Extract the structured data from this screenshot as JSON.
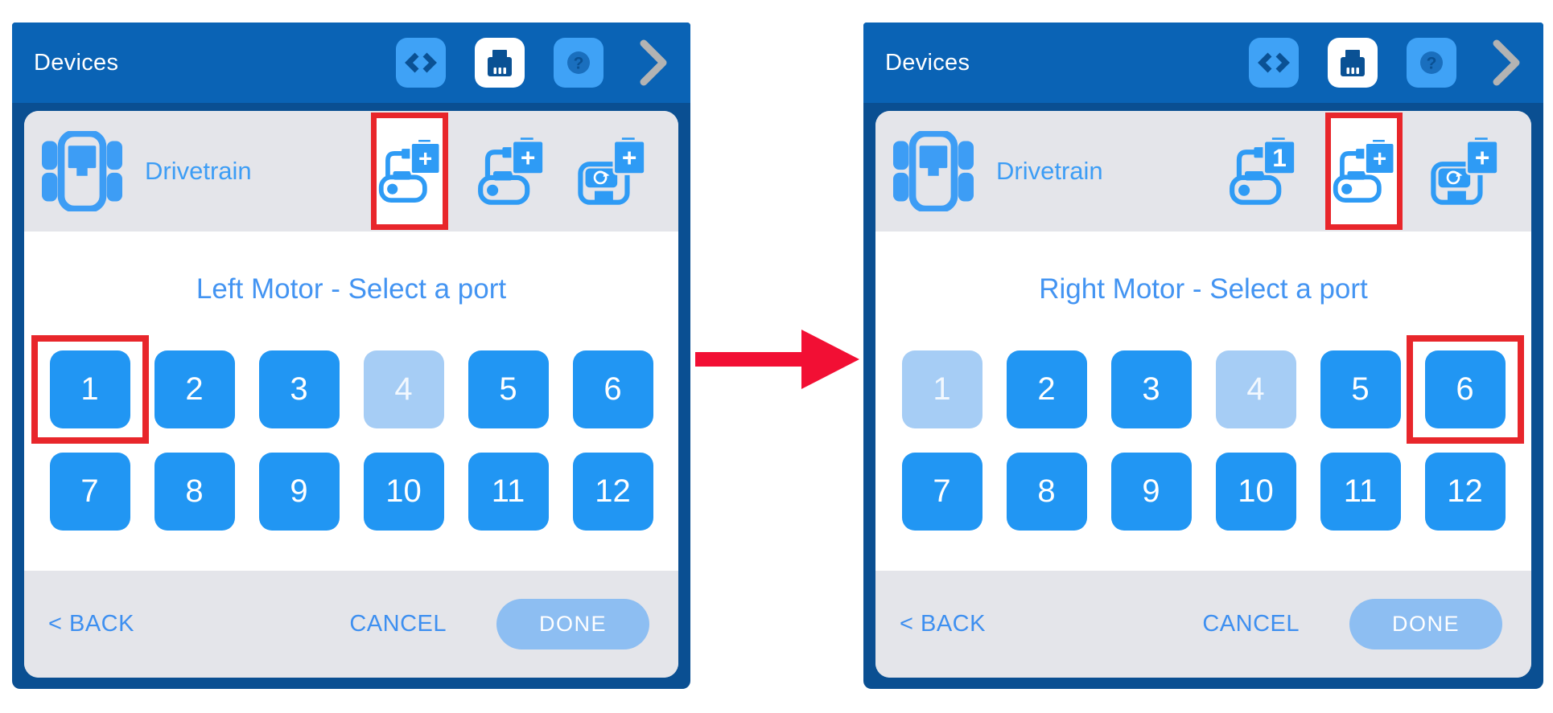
{
  "colors": {
    "header-blue": "#0a63b5",
    "border-navy": "#0a4f92",
    "icon-blue": "#3fa2f6",
    "glyph-navy": "#0a5194",
    "help-disc": "#1a6fbe",
    "chevron-gray": "#b3b3b3",
    "row-gray": "#e4e5ea",
    "accent-blue": "#3d9df5",
    "title-blue": "#4394f2",
    "link-blue": "#3d8ff0",
    "port-blue": "#2196f3",
    "port-disabled": "#a6cdf5",
    "done-bg": "#8dbef2",
    "red": "#e8262b",
    "arrow-red": "#f20f34"
  },
  "arrow": {
    "name": "transition-arrow",
    "direction": "right"
  },
  "panels": [
    {
      "header": {
        "title": "Devices",
        "icons": [
          {
            "name": "code"
          },
          {
            "name": "ports",
            "active": true
          },
          {
            "name": "help"
          }
        ],
        "nav_chevron": "forward"
      },
      "device_row": {
        "label": "Drivetrain",
        "slots": [
          {
            "type": "motor",
            "badge": "+",
            "highlighted": true
          },
          {
            "type": "motor",
            "badge": "+",
            "highlighted": false
          },
          {
            "type": "inertial-sensor",
            "badge": "+",
            "highlighted": false
          }
        ]
      },
      "title": "Left Motor - Select a port",
      "ports": [
        {
          "label": "1",
          "state": "available",
          "highlighted": true
        },
        {
          "label": "2",
          "state": "available"
        },
        {
          "label": "3",
          "state": "available"
        },
        {
          "label": "4",
          "state": "unavailable"
        },
        {
          "label": "5",
          "state": "available"
        },
        {
          "label": "6",
          "state": "available"
        },
        {
          "label": "7",
          "state": "available"
        },
        {
          "label": "8",
          "state": "available"
        },
        {
          "label": "9",
          "state": "available"
        },
        {
          "label": "10",
          "state": "available"
        },
        {
          "label": "11",
          "state": "available"
        },
        {
          "label": "12",
          "state": "available"
        }
      ],
      "footer": {
        "back_label": "< BACK",
        "cancel_label": "CANCEL",
        "done_label": "DONE"
      }
    },
    {
      "header": {
        "title": "Devices",
        "icons": [
          {
            "name": "code"
          },
          {
            "name": "ports",
            "active": true
          },
          {
            "name": "help"
          }
        ],
        "nav_chevron": "forward"
      },
      "device_row": {
        "label": "Drivetrain",
        "slots": [
          {
            "type": "motor",
            "badge": "1",
            "highlighted": false
          },
          {
            "type": "motor",
            "badge": "+",
            "highlighted": true
          },
          {
            "type": "inertial-sensor",
            "badge": "+",
            "highlighted": false
          }
        ]
      },
      "title": "Right Motor - Select a port",
      "ports": [
        {
          "label": "1",
          "state": "unavailable"
        },
        {
          "label": "2",
          "state": "available"
        },
        {
          "label": "3",
          "state": "available"
        },
        {
          "label": "4",
          "state": "unavailable"
        },
        {
          "label": "5",
          "state": "available"
        },
        {
          "label": "6",
          "state": "available",
          "highlighted": true
        },
        {
          "label": "7",
          "state": "available"
        },
        {
          "label": "8",
          "state": "available"
        },
        {
          "label": "9",
          "state": "available"
        },
        {
          "label": "10",
          "state": "available"
        },
        {
          "label": "11",
          "state": "available"
        },
        {
          "label": "12",
          "state": "available"
        }
      ],
      "footer": {
        "back_label": "< BACK",
        "cancel_label": "CANCEL",
        "done_label": "DONE"
      }
    }
  ]
}
